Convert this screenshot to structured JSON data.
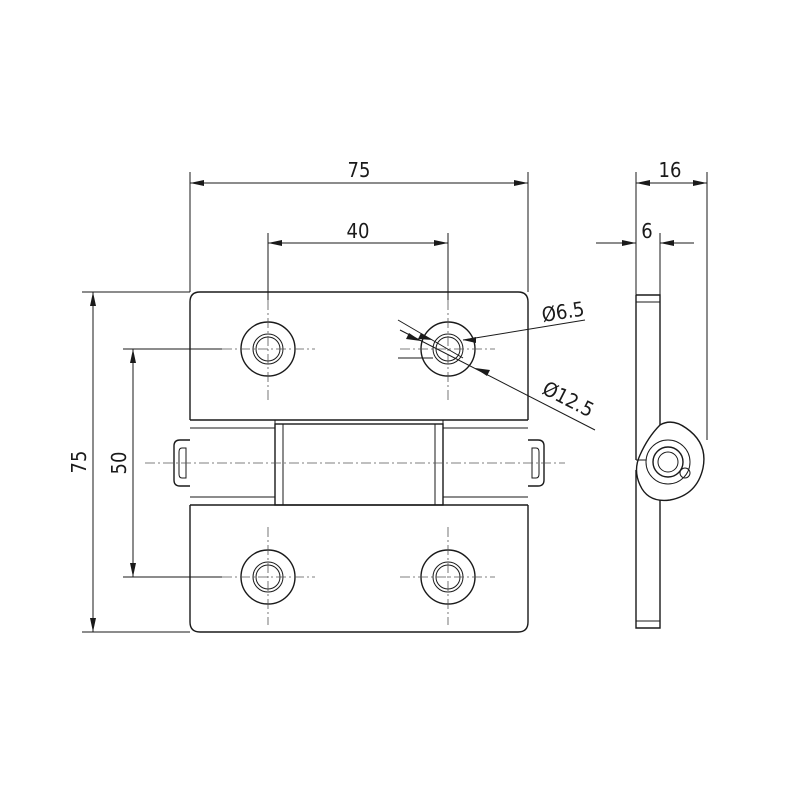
{
  "dimensions": {
    "overall_width": "75",
    "hole_spacing_horizontal": "40",
    "overall_height": "75",
    "hole_spacing_vertical": "50",
    "hole_diameter": "Ø6.5",
    "countersink_diameter": "Ø12.5",
    "side_thickness": "16",
    "leaf_thickness": "6"
  }
}
